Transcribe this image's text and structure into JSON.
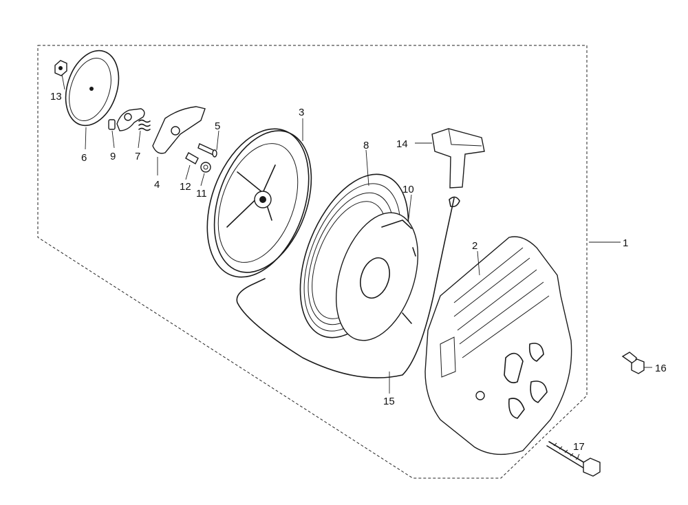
{
  "diagram": {
    "parts": [
      {
        "id": "label-1",
        "number": "1"
      },
      {
        "id": "label-2",
        "number": "2"
      },
      {
        "id": "label-3",
        "number": "3"
      },
      {
        "id": "label-4",
        "number": "4"
      },
      {
        "id": "label-5",
        "number": "5"
      },
      {
        "id": "label-6",
        "number": "6"
      },
      {
        "id": "label-7",
        "number": "7"
      },
      {
        "id": "label-8",
        "number": "8"
      },
      {
        "id": "label-9",
        "number": "9"
      },
      {
        "id": "label-10",
        "number": "10"
      },
      {
        "id": "label-11",
        "number": "11"
      },
      {
        "id": "label-12",
        "number": "12"
      },
      {
        "id": "label-13",
        "number": "13"
      },
      {
        "id": "label-14",
        "number": "14"
      },
      {
        "id": "label-15",
        "number": "15"
      },
      {
        "id": "label-16",
        "number": "16"
      },
      {
        "id": "label-17",
        "number": "17"
      }
    ]
  }
}
